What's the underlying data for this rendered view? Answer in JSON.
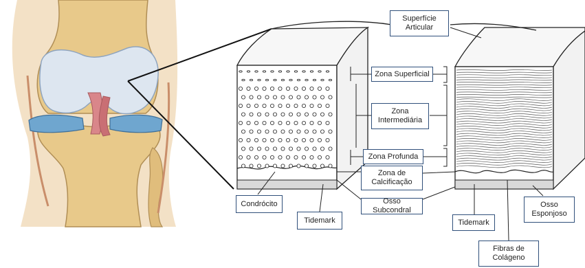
{
  "labels": {
    "superficie_articular": "Superfície\nArticular",
    "zona_superficial": "Zona Superficial",
    "zona_intermediaria": "Zona\nIntermediária",
    "zona_profunda": "Zona Profunda",
    "zona_calcificacao": "Zona de\nCalcificação",
    "osso_subcondral": "Osso Subcondral",
    "condrocito": "Condrócito",
    "tidemark_left": "Tidemark",
    "tidemark_right": "Tidemark",
    "osso_esponjoso": "Osso\nEsponjoso",
    "fibras_colageno": "Fibras de\nColágeno"
  },
  "colors": {
    "bone": "#e8c98a",
    "cartilage": "#dde6f0",
    "meniscus": "#6fa6cf",
    "ligament": "#d9868a",
    "label_border": "#2f4f7a",
    "line": "#111111"
  }
}
